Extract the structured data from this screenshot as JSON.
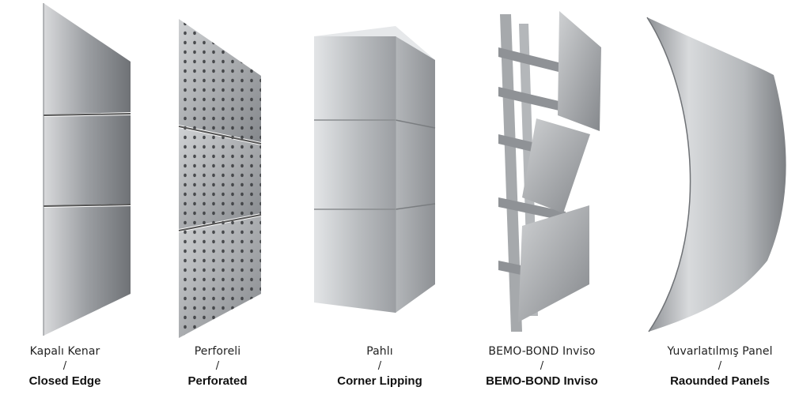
{
  "panels": [
    {
      "name_tr": "Kapalı Kenar",
      "separator": "/",
      "name_en": "Closed Edge"
    },
    {
      "name_tr": "Perforeli",
      "separator": "/",
      "name_en": "Perforated"
    },
    {
      "name_tr": "Pahlı",
      "separator": "/",
      "name_en": "Corner Lipping"
    },
    {
      "name_tr": "BEMO-BOND Inviso",
      "separator": "/",
      "name_en": "BEMO-BOND Inviso"
    },
    {
      "name_tr": "Yuvarlatılmış Panel",
      "separator": "/",
      "name_en": "Raounded Panels"
    }
  ]
}
